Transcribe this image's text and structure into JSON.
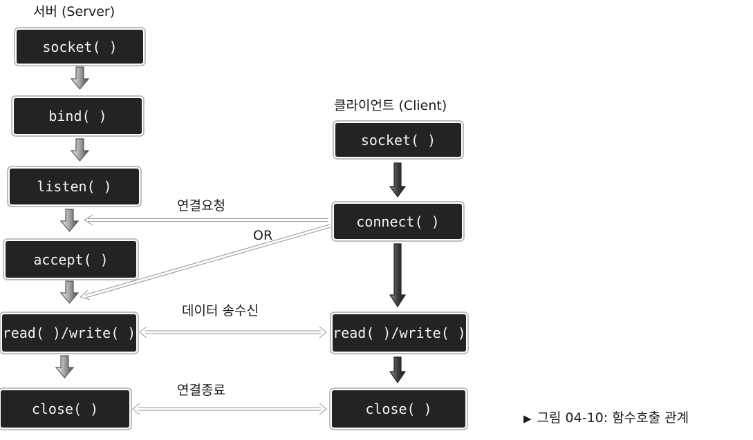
{
  "server": {
    "heading": "서버 (Server)",
    "steps": [
      "socket( )",
      "bind( )",
      "listen( )",
      "accept( )",
      "read( )/write( )",
      "close( )"
    ]
  },
  "client": {
    "heading": "클라이언트 (Client)",
    "steps": [
      "socket( )",
      "connect( )",
      "read( )/write( )",
      "close( )"
    ]
  },
  "links": {
    "connect_request": "연결요청",
    "or": "OR",
    "data_transfer": "데이터 송수신",
    "close_connection": "연결종료"
  },
  "caption": {
    "marker": "▶",
    "text": "그림 04-10: 함수호출 관계"
  },
  "colors": {
    "box_fill": "#232323",
    "box_text": "#f4f4f4",
    "server_arrow": "#7b7b7b",
    "client_arrow": "#3a3a3a"
  }
}
